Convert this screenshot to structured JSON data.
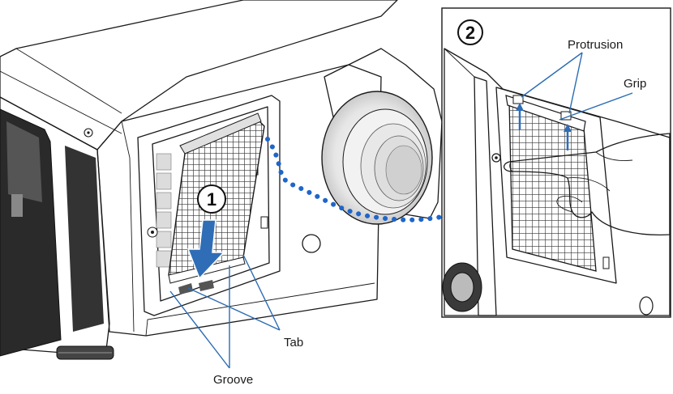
{
  "steps": {
    "step1": "1",
    "step2": "2"
  },
  "labels": {
    "protrusion": "Protrusion",
    "grip": "Grip",
    "tab": "Tab",
    "groove": "Groove"
  },
  "colors": {
    "callout_line": "#2b6cb3",
    "dotted_link": "#1e66c9",
    "arrow_fill": "#2f6db6",
    "outline": "#1a1a1a"
  },
  "icons": {
    "step1_marker": "circled-number-one",
    "step2_marker": "circled-number-two",
    "slide_arrow": "down-arrow"
  }
}
